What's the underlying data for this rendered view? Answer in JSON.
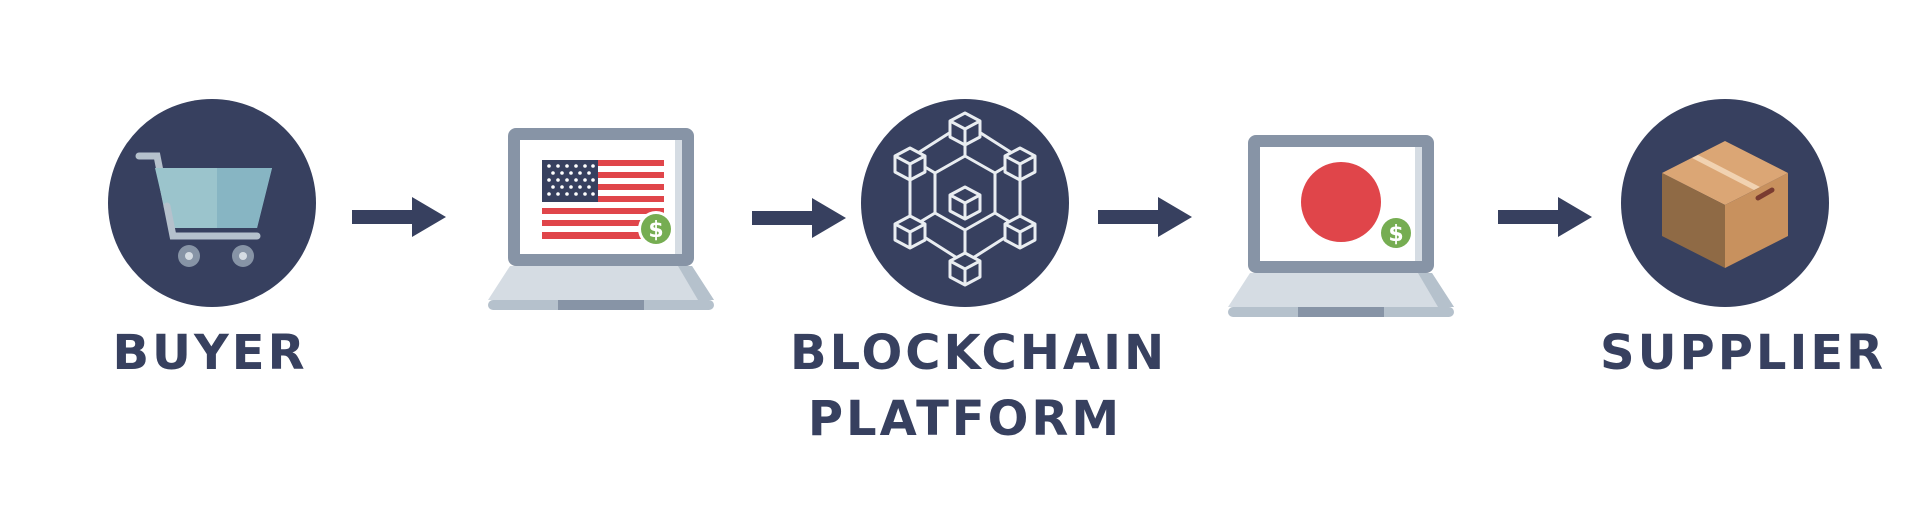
{
  "nodes": {
    "buyer": {
      "label": "BUYER"
    },
    "platform": {
      "line1": "BLOCKCHAIN",
      "line2": "PLATFORM"
    },
    "supplier": {
      "label": "SUPPLIER"
    }
  },
  "icons": {
    "buyer": "shopping-cart-icon",
    "laptop_usd": "laptop-us-flag-dollar-icon",
    "platform": "blockchain-network-icon",
    "laptop_jpy": "laptop-japan-flag-dollar-icon",
    "supplier": "cardboard-box-icon",
    "arrow": "arrow-right-icon"
  },
  "currency_symbol": "$",
  "colors": {
    "navy": "#37405f",
    "laptop_frame": "#8794a6",
    "laptop_base": "#d5dce3",
    "cart": "#9bc4cc",
    "usa_red": "#e0454a",
    "japan_red": "#e0454a",
    "dollar_green": "#76ad52",
    "box_brown": "#c8915e"
  }
}
